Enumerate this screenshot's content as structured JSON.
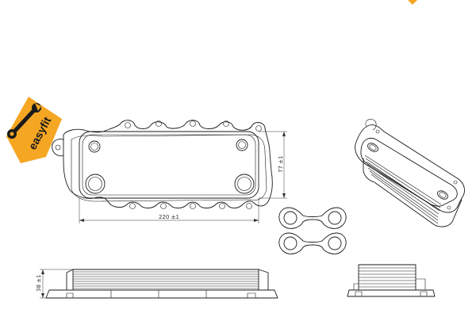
{
  "badge": {
    "text": "easyfit",
    "color": "#f5a623"
  },
  "dimensions": {
    "width": "220 ±1",
    "height": "77 ±1",
    "thickness": "38 ±1"
  },
  "colors": {
    "line": "#1a1a1a",
    "accent": "#f5a623"
  }
}
